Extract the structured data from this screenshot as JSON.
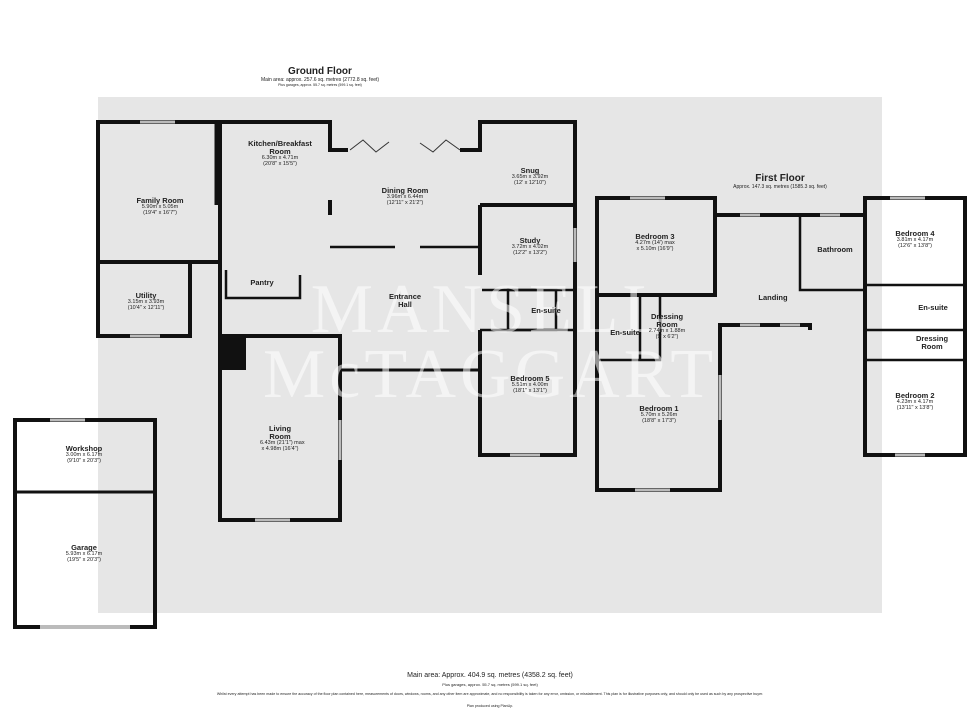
{
  "ground_floor": {
    "title": "Ground Floor",
    "area": "Main area: approx. 257.6 sq. metres (2772.8 sq. feet)",
    "garages": "Plus garages, approx. 55.7 sq. metres (599.1 sq. feet)",
    "rooms": [
      {
        "name": "Family Room",
        "dims": "5.90m x 5.05m",
        "imperial": "(19'4\" x 16'7\")"
      },
      {
        "name": "Kitchen/Breakfast Room",
        "dims": "6.30m x 4.71m",
        "imperial": "(20'8\" x 15'5\")"
      },
      {
        "name": "Dining Room",
        "dims": "3.96m x 6.44m",
        "imperial": "(12'11\" x 21'2\")"
      },
      {
        "name": "Snug",
        "dims": "3.65m x 3.92m",
        "imperial": "(12' x 12'10\")"
      },
      {
        "name": "Study",
        "dims": "3.72m x 4.02m",
        "imperial": "(12'2\" x 13'2\")"
      },
      {
        "name": "En-suite",
        "dims": "",
        "imperial": ""
      },
      {
        "name": "Utility",
        "dims": "3.15m x 3.93m",
        "imperial": "(10'4\" x 12'11\")"
      },
      {
        "name": "Pantry",
        "dims": "",
        "imperial": ""
      },
      {
        "name": "Entrance Hall",
        "dims": "",
        "imperial": ""
      },
      {
        "name": "Bedroom 5",
        "dims": "5.51m x 4.00m",
        "imperial": "(18'1\" x 13'1\")"
      },
      {
        "name": "Living Room",
        "dims": "6.43m (21'1\") max",
        "imperial": "x 4.98m (16'4\")"
      },
      {
        "name": "Workshop",
        "dims": "3.00m x 6.17m",
        "imperial": "(9'10\" x 20'3\")"
      },
      {
        "name": "Garage",
        "dims": "5.93m x 6.17m",
        "imperial": "(19'5\" x 20'3\")"
      }
    ]
  },
  "first_floor": {
    "title": "First Floor",
    "area": "Approx. 147.3 sq. metres (1585.3 sq. feet)",
    "rooms": [
      {
        "name": "Bedroom 3",
        "dims": "4.27m (14') max",
        "imperial": "x 5.10m (16'9\")"
      },
      {
        "name": "Dressing Room",
        "dims": "2.74m x 1.88m",
        "imperial": "(9' x 6'2\")"
      },
      {
        "name": "En-suite",
        "dims": "",
        "imperial": ""
      },
      {
        "name": "Landing",
        "dims": "",
        "imperial": ""
      },
      {
        "name": "Bathroom",
        "dims": "",
        "imperial": ""
      },
      {
        "name": "Bedroom 4",
        "dims": "3.81m x 4.17m",
        "imperial": "(12'6\" x 13'8\")"
      },
      {
        "name": "En-suite",
        "dims": "",
        "imperial": ""
      },
      {
        "name": "Dressing Room",
        "dims": "",
        "imperial": ""
      },
      {
        "name": "Bedroom 2",
        "dims": "4.23m x 4.17m",
        "imperial": "(13'11\" x 13'8\")"
      },
      {
        "name": "Bedroom 1",
        "dims": "5.70m x 5.26m",
        "imperial": "(18'8\" x 17'3\")"
      }
    ]
  },
  "watermark": [
    "MANSELL",
    "McTAGGART"
  ],
  "footer": {
    "total": "Main area: Approx. 404.9 sq. metres (4358.2 sq. feet)",
    "garages": "Plus garages, approx. 55.7 sq. metres (599.1 sq. feet)",
    "disclaimer": "Whilst every attempt has been made to ensure the accuracy of the floor plan contained here, measurements of doors, windows, rooms, and any other item are approximate, and no responsibility is taken for any error, omission, or misstatement. This plan is for illustrative purposes only, and should only be used as such by any prospective buyer.",
    "produced": "Plan produced using PlanUp."
  },
  "colors": {
    "background": "#e6e6e6",
    "walls": "#111111",
    "window": "#bbbbbb"
  }
}
